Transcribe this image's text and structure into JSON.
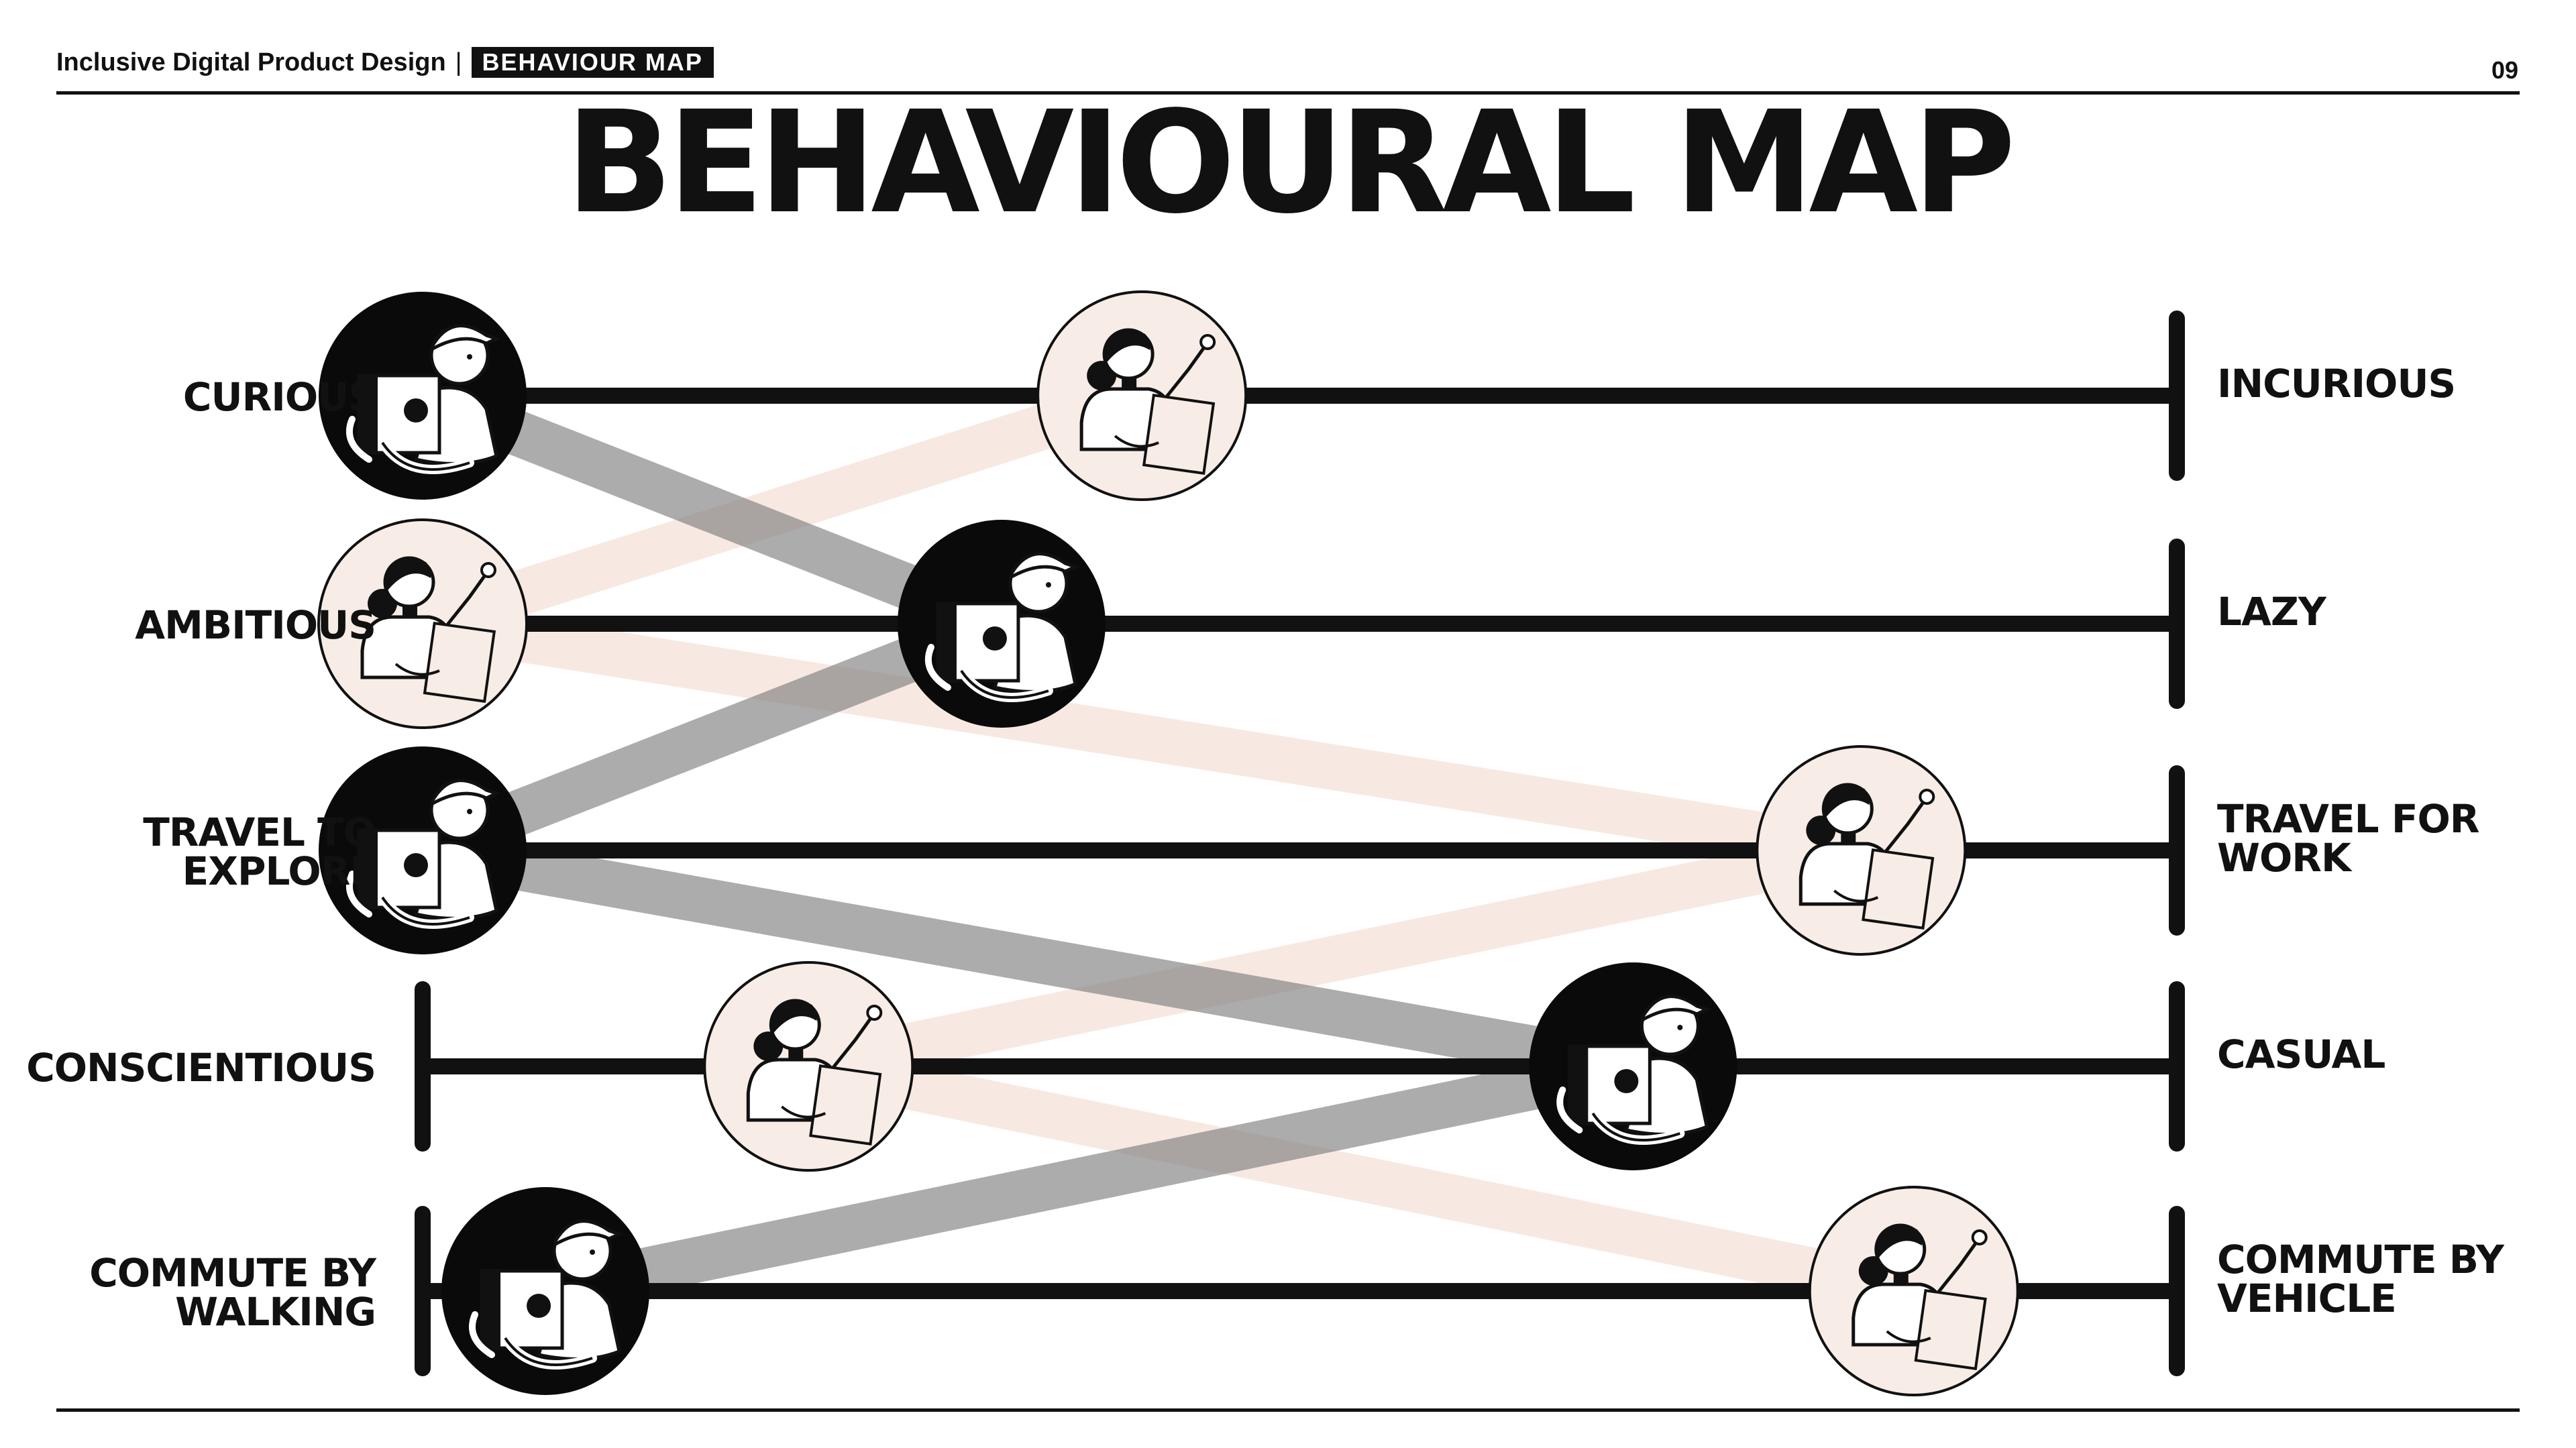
{
  "header": {
    "left_title": "Inclusive Digital Product Design",
    "separator": "|",
    "section_tag": "BEHAVIOUR MAP",
    "page_number": "09"
  },
  "title": "BEHAVIOURAL MAP",
  "scales": [
    {
      "left_lines": [
        "CURIOUS"
      ],
      "right_lines": [
        "INCURIOUS"
      ],
      "persona_dark": 0.0,
      "persona_light": 0.41
    },
    {
      "left_lines": [
        "AMBITIOUS"
      ],
      "right_lines": [
        "LAZY"
      ],
      "persona_dark": 0.33,
      "persona_light": 0.0
    },
    {
      "left_lines": [
        "TRAVEL TO",
        "EXPLORE"
      ],
      "right_lines": [
        "TRAVEL FOR",
        "WORK"
      ],
      "persona_dark": 0.0,
      "persona_light": 0.82
    },
    {
      "left_lines": [
        "CONSCIENTIOUS"
      ],
      "right_lines": [
        "CASUAL"
      ],
      "persona_dark": 0.69,
      "persona_light": 0.22
    },
    {
      "left_lines": [
        "COMMUTE BY",
        "WALKING"
      ],
      "right_lines": [
        "COMMUTE BY",
        "VEHICLE"
      ],
      "persona_dark": 0.07,
      "persona_light": 0.85
    }
  ],
  "colors": {
    "ink": "#111111",
    "dark_persona_fill": "#0a0a0a",
    "light_persona_fill": "#f7ece6",
    "dark_path": "#7f7f7f",
    "light_path": "#f2ddd3"
  },
  "icons": {
    "dark_persona": "delivery-person-icon",
    "light_persona": "woman-with-clipboard-icon"
  }
}
